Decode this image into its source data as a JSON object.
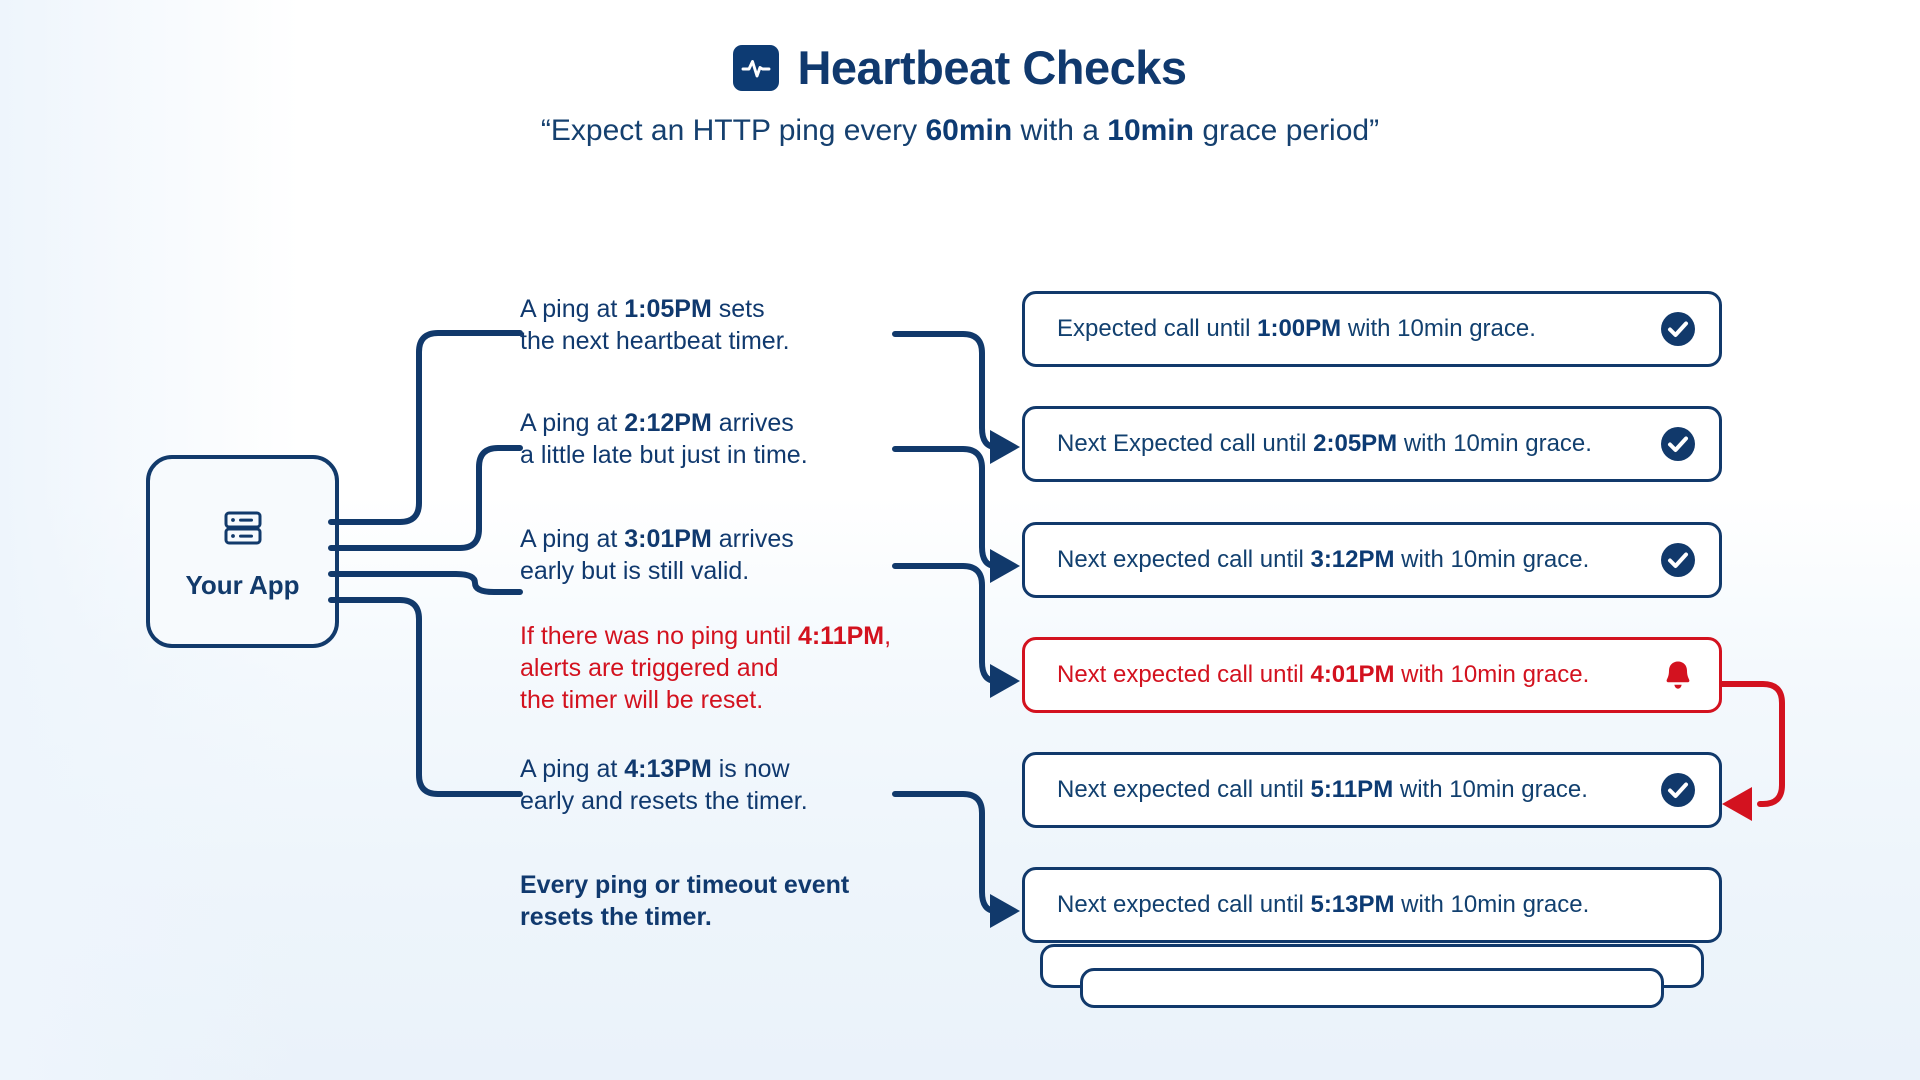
{
  "header": {
    "icon": "heartbeat-pulse-icon",
    "title": "Heartbeat Checks",
    "subtitle_prefix": "“Expect an HTTP ping every ",
    "subtitle_bold_1": "60min",
    "subtitle_middle": " with a ",
    "subtitle_bold_2": "10min",
    "subtitle_suffix": " grace period”"
  },
  "source": {
    "icon": "server-rack-icon",
    "label": "Your App"
  },
  "colors": {
    "navy": "#11396b",
    "navy_text": "#10396e",
    "alert_red": "#d3121f",
    "card_bg": "#ffffff",
    "page_bg": "#ffffff"
  },
  "steps": [
    {
      "id": "step-1",
      "tone": "normal",
      "parts": [
        {
          "text": "A ping at ",
          "bold": false
        },
        {
          "text": "1:05PM",
          "bold": true
        },
        {
          "text": " sets\nthe next heartbeat timer.",
          "bold": false
        }
      ]
    },
    {
      "id": "step-2",
      "tone": "normal",
      "parts": [
        {
          "text": "A ping at ",
          "bold": false
        },
        {
          "text": "2:12PM",
          "bold": true
        },
        {
          "text": " arrives\na little late but just in time.",
          "bold": false
        }
      ]
    },
    {
      "id": "step-3",
      "tone": "normal",
      "parts": [
        {
          "text": " A ping at ",
          "bold": false
        },
        {
          "text": "3:01PM",
          "bold": true
        },
        {
          "text": " arrives\n early but is still valid.",
          "bold": false
        }
      ]
    },
    {
      "id": "step-4",
      "tone": "alert",
      "parts": [
        {
          "text": "If there was no ping until ",
          "bold": false
        },
        {
          "text": "4:11PM",
          "bold": true
        },
        {
          "text": ",\nalerts are triggered and\nthe timer will be reset.",
          "bold": false
        }
      ]
    },
    {
      "id": "step-5",
      "tone": "normal",
      "parts": [
        {
          "text": "A ping at ",
          "bold": false
        },
        {
          "text": "4:13PM",
          "bold": true
        },
        {
          "text": " is now\nearly and resets the timer.",
          "bold": false
        }
      ]
    },
    {
      "id": "step-6",
      "tone": "strong",
      "parts": [
        {
          "text": "Every ping or timeout event\nresets the timer.",
          "bold": true
        }
      ]
    }
  ],
  "cards": [
    {
      "id": "card-1",
      "tone": "normal",
      "prefix": "Expected call until ",
      "time": "1:00PM",
      "suffix": " with 10min grace.",
      "badge": "check-circle-icon"
    },
    {
      "id": "card-2",
      "tone": "normal",
      "prefix": "Next Expected call until ",
      "time": "2:05PM",
      "suffix": " with 10min grace.",
      "badge": "check-circle-icon"
    },
    {
      "id": "card-3",
      "tone": "normal",
      "prefix": "Next expected call until ",
      "time": "3:12PM",
      "suffix": " with 10min grace.",
      "badge": "check-circle-icon"
    },
    {
      "id": "card-4",
      "tone": "alert",
      "prefix": "Next expected call until ",
      "time": "4:01PM",
      "suffix": " with 10min grace.",
      "badge": "alert-bell-icon"
    },
    {
      "id": "card-5",
      "tone": "normal",
      "prefix": "Next expected call until ",
      "time": "5:11PM",
      "suffix": " with 10min grace.",
      "badge": "check-circle-icon"
    },
    {
      "id": "card-6",
      "tone": "normal",
      "prefix": "Next expected call until ",
      "time": "5:13PM",
      "suffix": " with 10min grace.",
      "badge": "none"
    }
  ]
}
